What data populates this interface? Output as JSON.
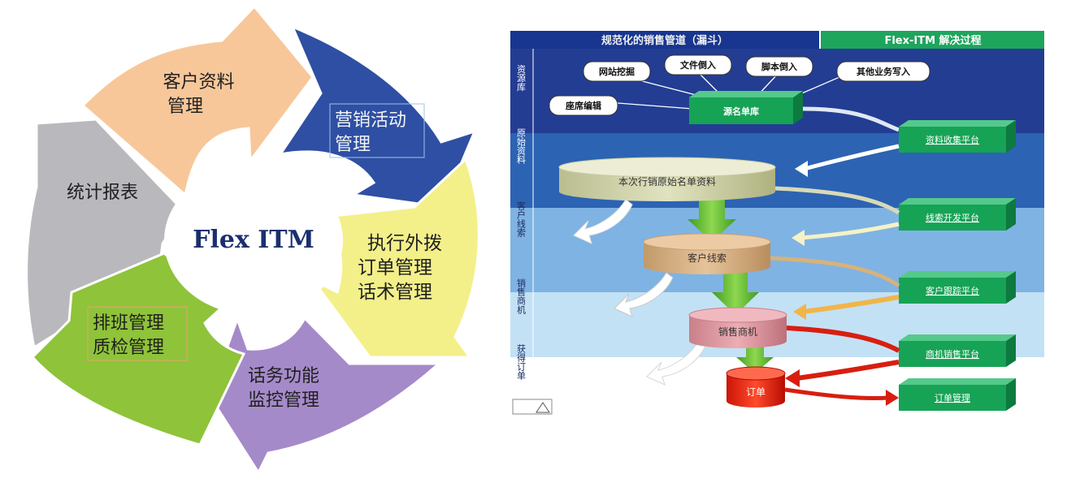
{
  "cycle": {
    "center": "Flex ITM",
    "segments": [
      {
        "id": "customer",
        "lines": [
          "客户资料",
          "管理"
        ],
        "color": "#f7c79a"
      },
      {
        "id": "marketing",
        "lines": [
          "营销活动",
          "管理"
        ],
        "color": "#2e4fa3"
      },
      {
        "id": "execution",
        "lines": [
          "执行外拨",
          "订单管理",
          "话术管理"
        ],
        "color": "#f3f08a"
      },
      {
        "id": "monitoring",
        "lines": [
          "话务功能",
          "监控管理"
        ],
        "color": "#a58ac9"
      },
      {
        "id": "scheduling",
        "lines": [
          "排班管理",
          "质检管理"
        ],
        "color": "#8fc33a"
      },
      {
        "id": "reports",
        "lines": [
          "统计报表"
        ],
        "color": "#b9b9bd"
      }
    ]
  },
  "funnel": {
    "header_left": "规范化的销售管道（漏斗）",
    "header_right": "Flex-ITM 解决过程",
    "side_labels": [
      {
        "id": "resource-library",
        "text": "资源库"
      },
      {
        "id": "raw-data",
        "text": "原始资料"
      },
      {
        "id": "customer-leads",
        "text": "客户线索"
      },
      {
        "id": "sales-opportunities",
        "text": "销售商机"
      },
      {
        "id": "obtain-orders",
        "text": "获得订单"
      }
    ],
    "source_bubbles": [
      {
        "id": "web-mining",
        "text": "网站挖掘"
      },
      {
        "id": "file-import",
        "text": "文件倒入"
      },
      {
        "id": "script-import",
        "text": "脚本倒入"
      },
      {
        "id": "other-business",
        "text": "其他业务写入"
      },
      {
        "id": "seat-edit",
        "text": "座席编辑"
      }
    ],
    "source_db": "源名单库",
    "stages": [
      {
        "id": "raw-list",
        "text": "本次行销原始名单资料"
      },
      {
        "id": "leads",
        "text": "客户线索"
      },
      {
        "id": "opportunities",
        "text": "销售商机"
      },
      {
        "id": "orders",
        "text": "订单"
      }
    ],
    "platforms": [
      {
        "id": "data-collection",
        "text": "资料收集平台"
      },
      {
        "id": "lead-development",
        "text": "线索开发平台"
      },
      {
        "id": "customer-tracking",
        "text": "客户跟踪平台"
      },
      {
        "id": "opportunity-sales",
        "text": "商机销售平台"
      },
      {
        "id": "order-management",
        "text": "订单管理"
      }
    ]
  }
}
